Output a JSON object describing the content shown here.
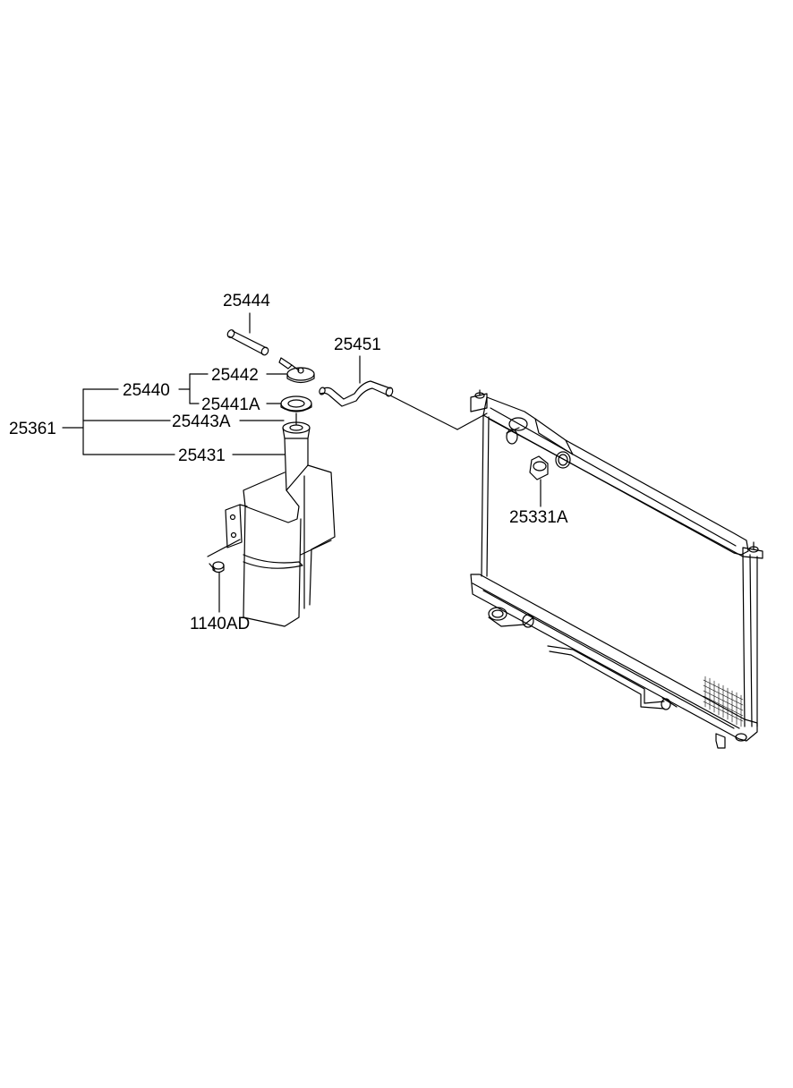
{
  "diagram": {
    "labels": {
      "p25444": "25444",
      "p25451": "25451",
      "p25442": "25442",
      "p25440": "25440",
      "p25441A": "25441A",
      "p25361": "25361",
      "p25443A": "25443A",
      "p25431": "25431",
      "p25331A": "25331A",
      "p1140AD": "1140AD"
    }
  }
}
